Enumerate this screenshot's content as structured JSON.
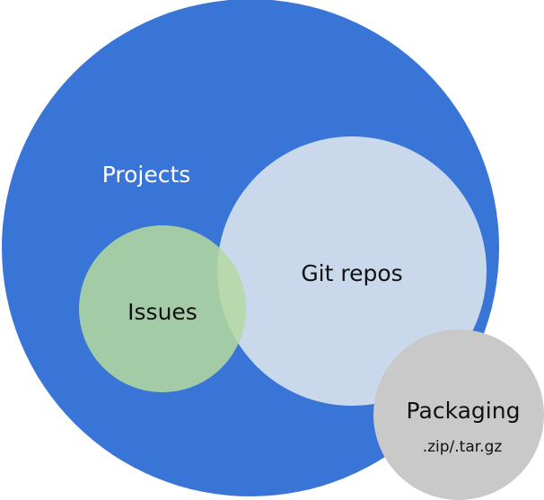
{
  "diagram": {
    "projects": {
      "label": "Projects",
      "color": "#3875D7",
      "text_color": "#FFFFFF"
    },
    "git_repos": {
      "label": "Git repos",
      "color": "#CAD8EC",
      "text_color": "#111111"
    },
    "issues": {
      "label": "Issues",
      "color": "#A2CBA6",
      "overlap_color": "#B8D9AD",
      "text_color": "#111111"
    },
    "packaging": {
      "label": "Packaging",
      "sublabel": ".zip/.tar.gz",
      "color": "#C9C9C9",
      "text_color": "#111111"
    }
  }
}
